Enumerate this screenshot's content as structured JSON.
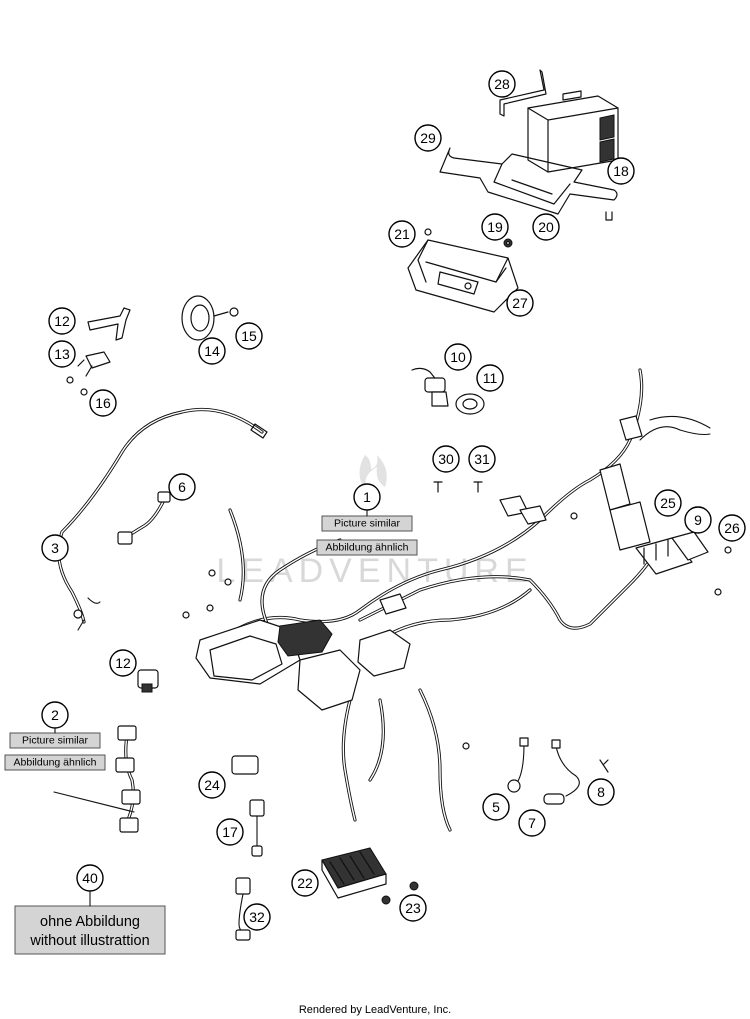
{
  "callouts": {
    "c1": "1",
    "c2": "2",
    "c3": "3",
    "c5": "5",
    "c6": "6",
    "c7": "7",
    "c8": "8",
    "c9": "9",
    "c10": "10",
    "c11": "11",
    "c12a": "12",
    "c12b": "12",
    "c13": "13",
    "c14": "14",
    "c15": "15",
    "c16": "16",
    "c17": "17",
    "c18": "18",
    "c19": "19",
    "c20": "20",
    "c21": "21",
    "c22": "22",
    "c23": "23",
    "c24": "24",
    "c25": "25",
    "c26": "26",
    "c27": "27",
    "c28": "28",
    "c29": "29",
    "c30": "30",
    "c31": "31",
    "c32": "32",
    "c40": "40"
  },
  "notes": {
    "picture_similar": "Picture similar",
    "abbildung_aehnlich": "Abbildung ähnlich"
  },
  "no_illustration": {
    "line1": "ohne Abbildung",
    "line2": "without illustrattion"
  },
  "watermark": "LEADVENTURE",
  "footer": "Rendered by LeadVenture, Inc."
}
